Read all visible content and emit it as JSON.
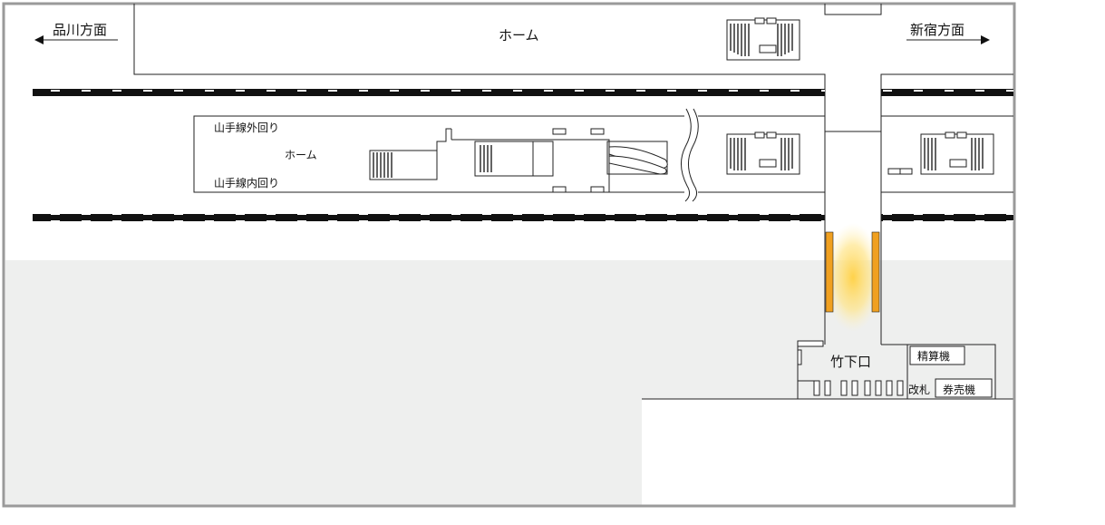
{
  "directions": {
    "left": "品川方面",
    "right": "新宿方面"
  },
  "platform": {
    "top_label": "ホーム",
    "island_label": "ホーム",
    "outer_line": "山手線外回り",
    "inner_line": "山手線内回り"
  },
  "exit": {
    "name": "竹下口",
    "gate_label": "改札",
    "fare_adjust_label": "精算機",
    "ticket_machine_label": "券売機"
  },
  "colors": {
    "background_zone": "#eeefee",
    "frame": "#9a9a9a",
    "rail": "#111111",
    "highlight": "#ffd24a",
    "stair_marker": "#f0a020"
  },
  "icons": {
    "stairs": "stairs-icon",
    "escalator": "escalator-icon",
    "arrow_left": "arrow-left-icon",
    "arrow_right": "arrow-right-icon"
  }
}
